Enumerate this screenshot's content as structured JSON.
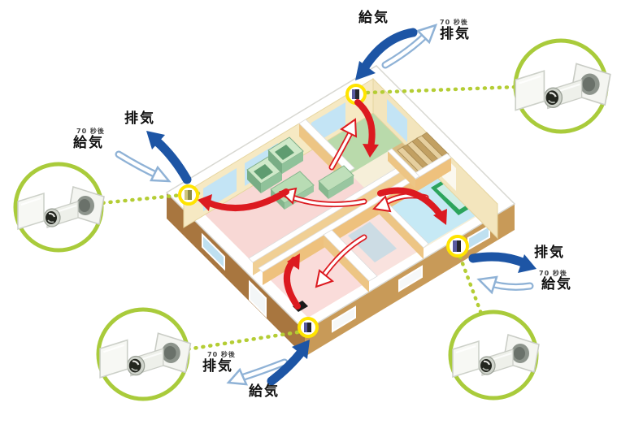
{
  "diagram": {
    "type": "house-ventilation-airflow-illustration",
    "labels": {
      "top": {
        "supply": "給気",
        "delay_note": "70 秒後",
        "exhaust": "排気"
      },
      "left": {
        "exhaust": "排気",
        "delay_note": "70 秒後",
        "supply": "給気"
      },
      "right": {
        "exhaust": "排気",
        "delay_note": "70 秒後",
        "supply": "給気"
      },
      "bottom": {
        "delay_note": "70 秒後",
        "exhaust": "排気",
        "supply": "給気"
      }
    },
    "colors": {
      "supply_exhaust_arrow_blue": "#1d55a5",
      "outline_arrow_blue_edge": "#8fb2d6",
      "indoor_airflow_red": "#dc1a20",
      "callout_ring_green": "#a9cb3b",
      "dotted_link_green": "#b4cd34",
      "vent_highlight_yellow": "#ffe400",
      "wall_tan": "#c89a58",
      "floor_pink": "#f8d8d5",
      "floor_tatami_green": "#b9daab",
      "floor_bath_blue": "#c6e9f5"
    },
    "icons": {
      "ventilation_unit": "duct-fan-ventilation-unit-illustration",
      "vent_port": "wall-vent-port-circled",
      "solid_arrow": "airflow-arrow-solid",
      "outline_arrow": "airflow-arrow-outline"
    },
    "counts": {
      "ventilation_unit_callouts": 4,
      "wall_vent_ports": 4
    }
  }
}
